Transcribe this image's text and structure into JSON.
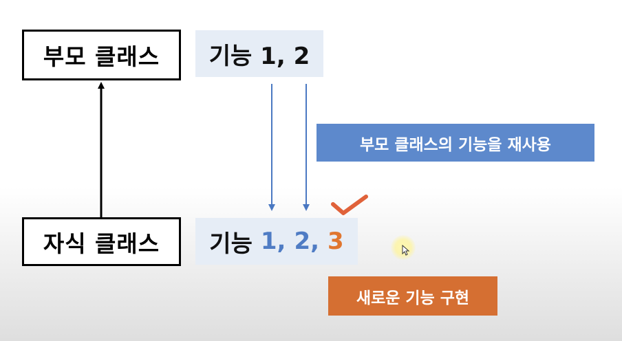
{
  "parent": {
    "label": "부모 클래스",
    "features": "기능 1, 2"
  },
  "child": {
    "label": "자식 클래스",
    "features_prefix": "기능",
    "feature_1": "1,",
    "feature_2": "2,",
    "feature_3": "3"
  },
  "callouts": {
    "reuse": "부모 클래스의 기능을 재사용",
    "new_feature": "새로운 기능 구현"
  },
  "colors": {
    "reused_feature": "#4f7cc4",
    "new_feature": "#e0762f",
    "reuse_callout_bg": "#5d89cc",
    "new_callout_bg": "#d56f32",
    "feature_box_bg": "#e6edf6",
    "checkmark": "#e0623a"
  },
  "icons": {
    "checkmark": "check-icon",
    "cursor": "mouse-pointer-icon"
  }
}
